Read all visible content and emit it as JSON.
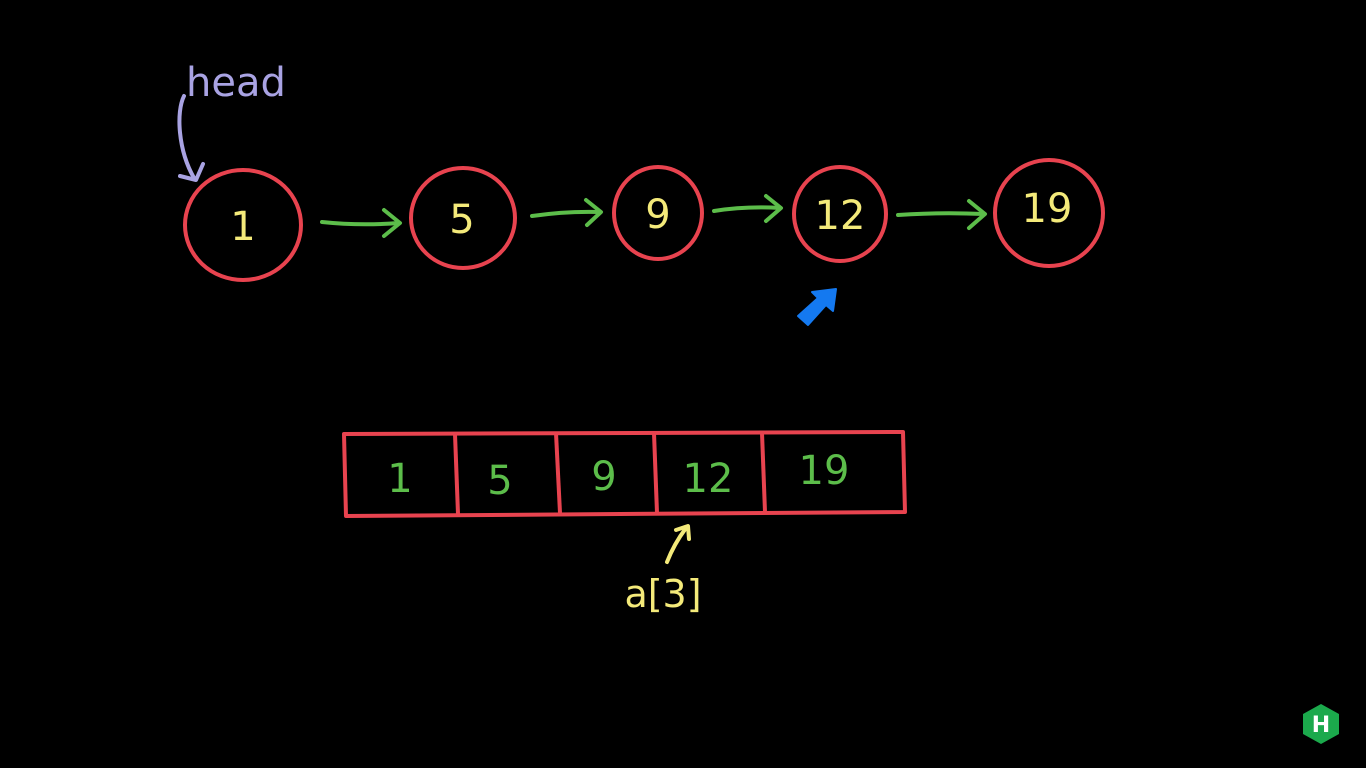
{
  "colors": {
    "background": "#000000",
    "node_stroke": "#e8434f",
    "node_text": "#f4ea7a",
    "array_stroke": "#e8434f",
    "array_text": "#5cbd4a",
    "link_arrow": "#5cbd4a",
    "head_label": "#a9a3e3",
    "index_label": "#f4ea7a",
    "pointer_arrow": "#1479f0",
    "logo": "#1ba94c"
  },
  "linked_list": {
    "head_label": "head",
    "nodes": [
      {
        "value": "1"
      },
      {
        "value": "5"
      },
      {
        "value": "9"
      },
      {
        "value": "12"
      },
      {
        "value": "19"
      }
    ],
    "pointer_target_index": 3
  },
  "array": {
    "cells": [
      "1",
      "5",
      "9",
      "12",
      "19"
    ],
    "index_label": "a[3]"
  },
  "logo": {
    "letter": "H",
    "icon": "hackerrank-hexagon-icon"
  }
}
